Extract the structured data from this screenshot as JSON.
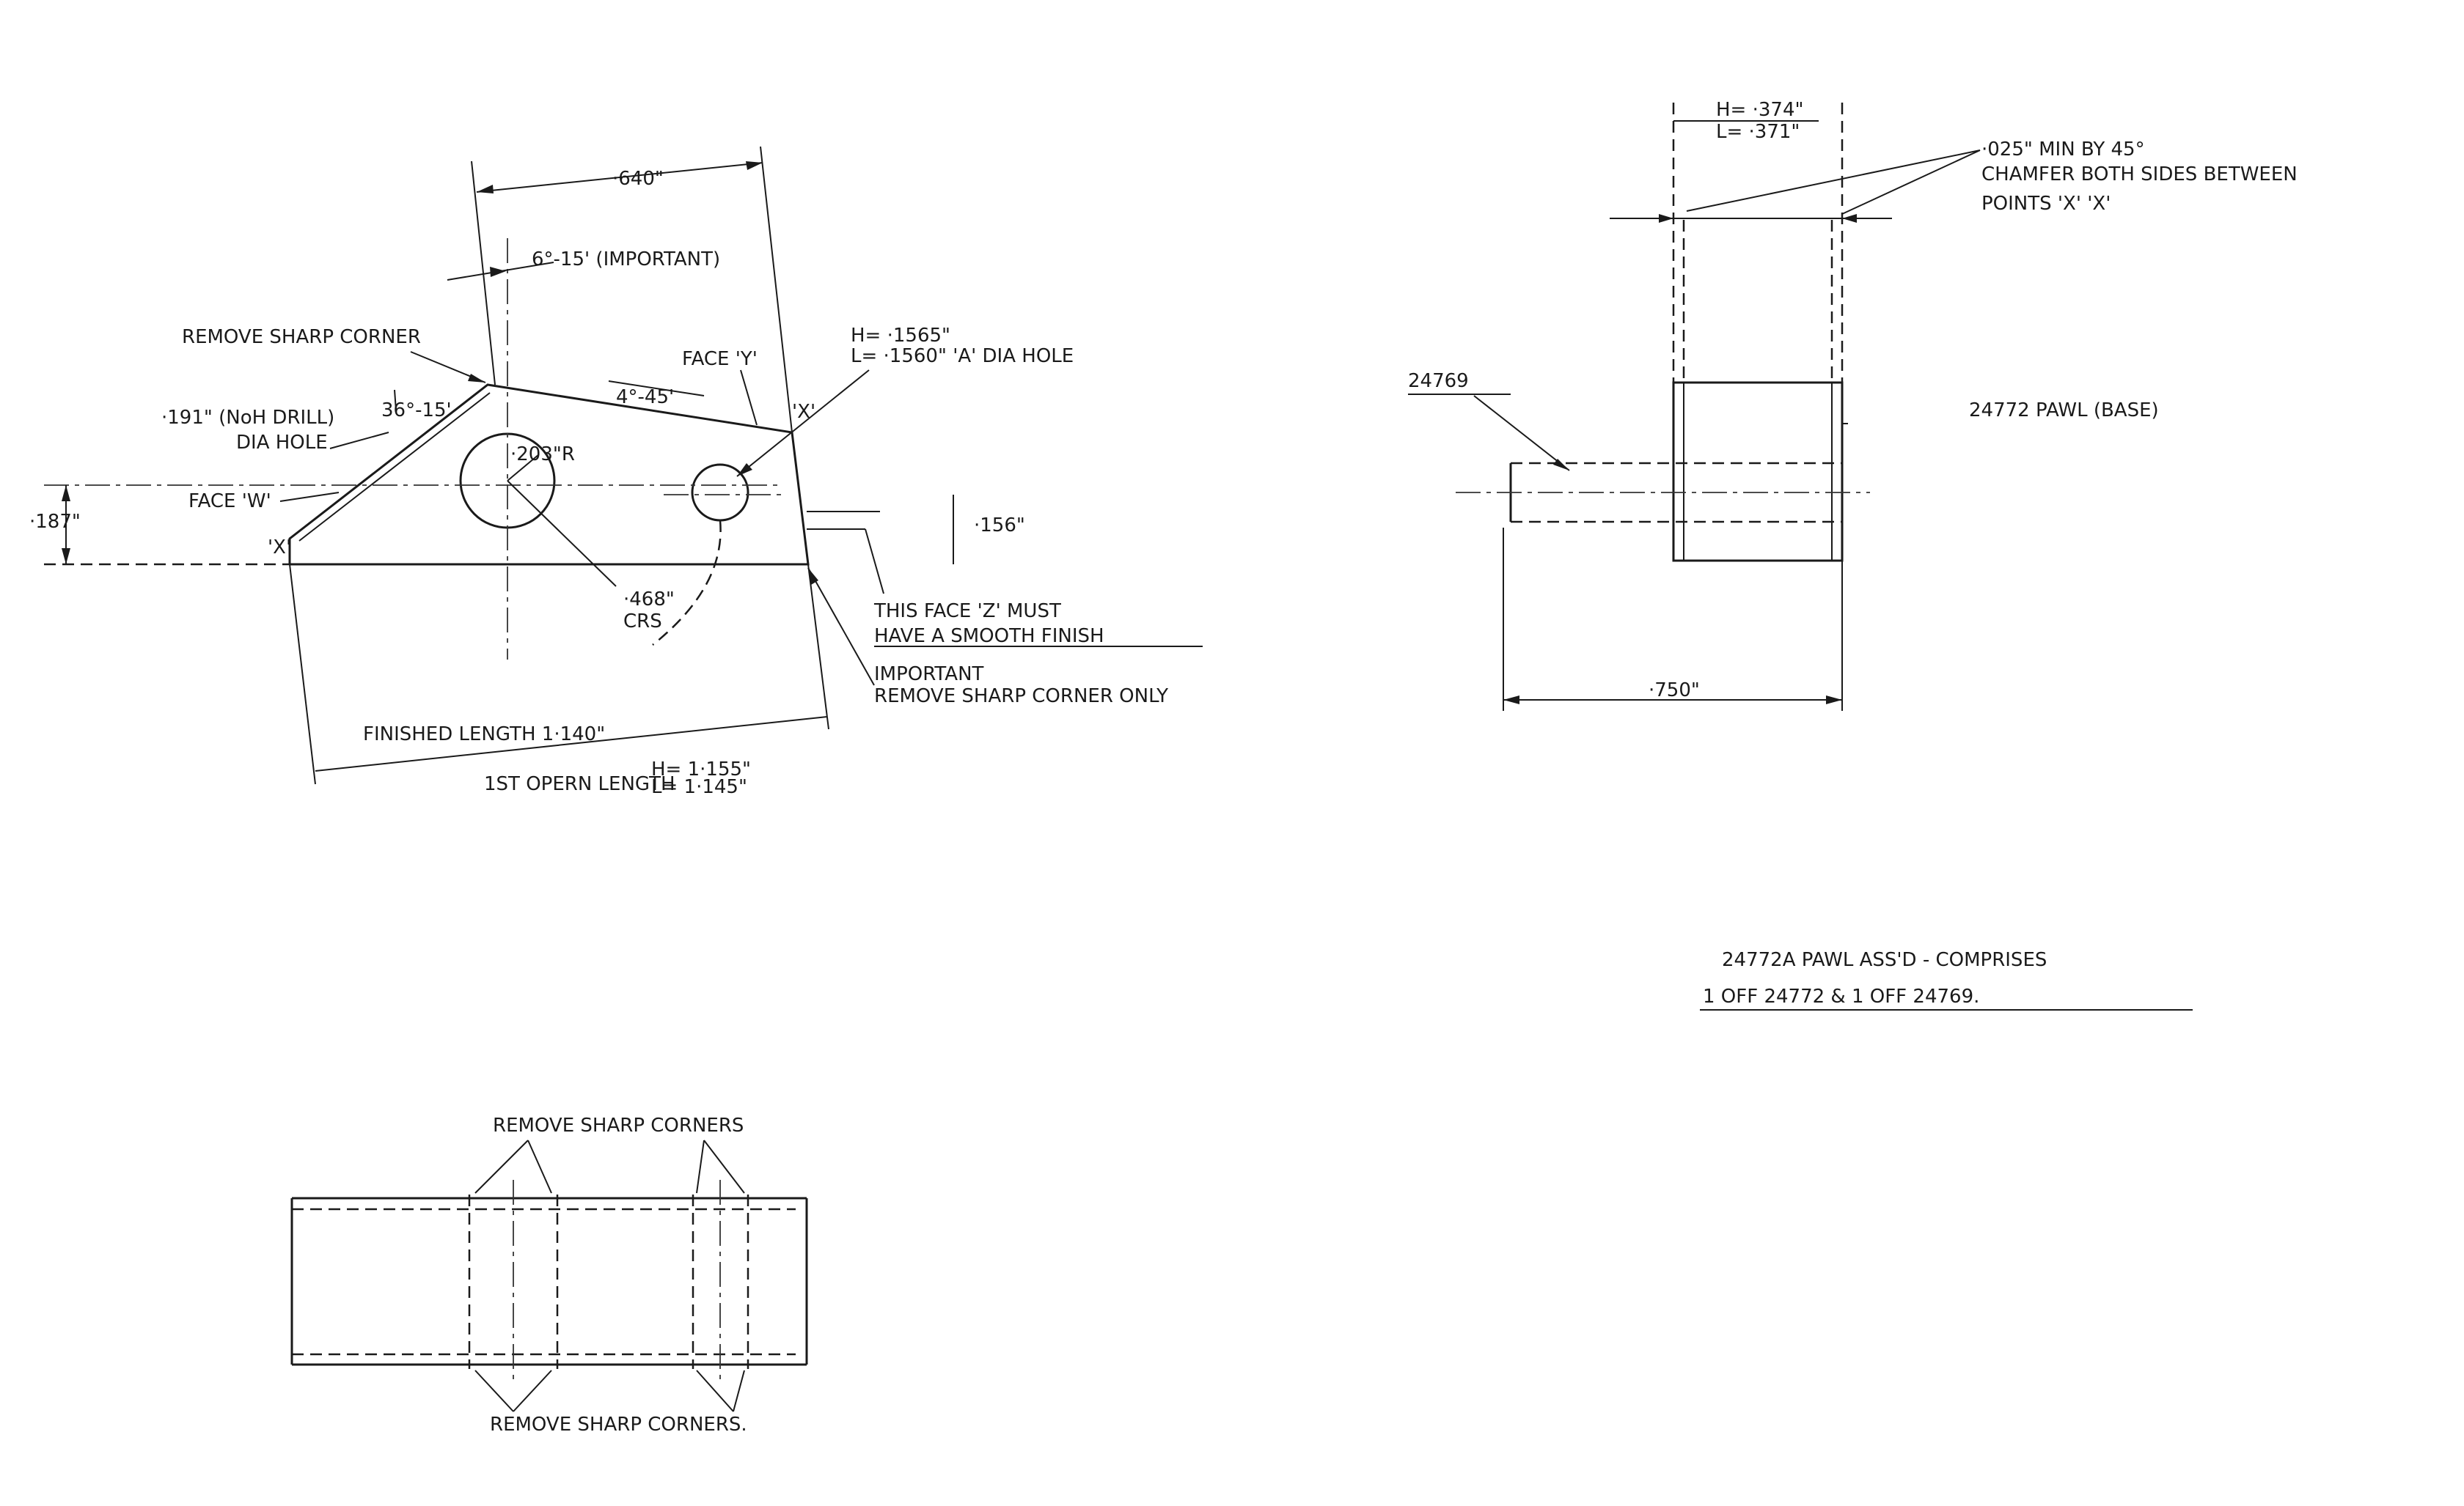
{
  "side_view": {
    "dim_top_width": "·640\"",
    "dim_angle_important": "6°-15' (IMPORTANT)",
    "note_remove_sharp_corner": "REMOVE SHARP CORNER",
    "face_y": "FACE 'Y'",
    "hole_tol_h": "H= ·1565\"",
    "hole_tol_l": "L= ·1560\" 'A' DIA HOLE",
    "angle_4_45": "4°-45'",
    "drill_note_1": "·191\" (NoH DRILL)",
    "drill_note_2": "DIA HOLE",
    "angle_36_15": "36°-15'",
    "radius": "·203\"R",
    "mark_x_right": "'X'",
    "mark_x_left": "'X'",
    "face_w": "FACE 'W'",
    "dim_187": "·187\"",
    "dim_156": "·156\"",
    "dim_468": "·468\"",
    "crs": "CRS",
    "face_z_note_1": "THIS FACE 'Z' MUST",
    "face_z_note_2": "HAVE A SMOOTH FINISH",
    "important": "IMPORTANT",
    "remove_corner_only": "REMOVE SHARP CORNER ONLY",
    "finished_length": "FINISHED LENGTH 1·140\"",
    "first_oper_length": "1ST OPERN LENGTH",
    "first_oper_h": "H= 1·155\"",
    "first_oper_l": "L= 1·145\""
  },
  "end_view": {
    "dim_h": "H= ·374\"",
    "dim_l": "L= ·371\"",
    "chamfer_1": "·025\" MIN BY 45°",
    "chamfer_2": "CHAMFER BOTH SIDES BETWEEN",
    "chamfer_3": "POINTS 'X' 'X'",
    "part_24769": "24769",
    "part_24772": "24772 PAWL (BASE)",
    "dim_750": "·750\""
  },
  "title_block": {
    "line1": "24772A PAWL ASS'D - COMPRISES",
    "line2": "1 OFF 24772 & 1 OFF 24769."
  },
  "plan_view": {
    "remove_corners_top": "REMOVE SHARP CORNERS",
    "remove_corners_bottom": "REMOVE SHARP CORNERS."
  }
}
